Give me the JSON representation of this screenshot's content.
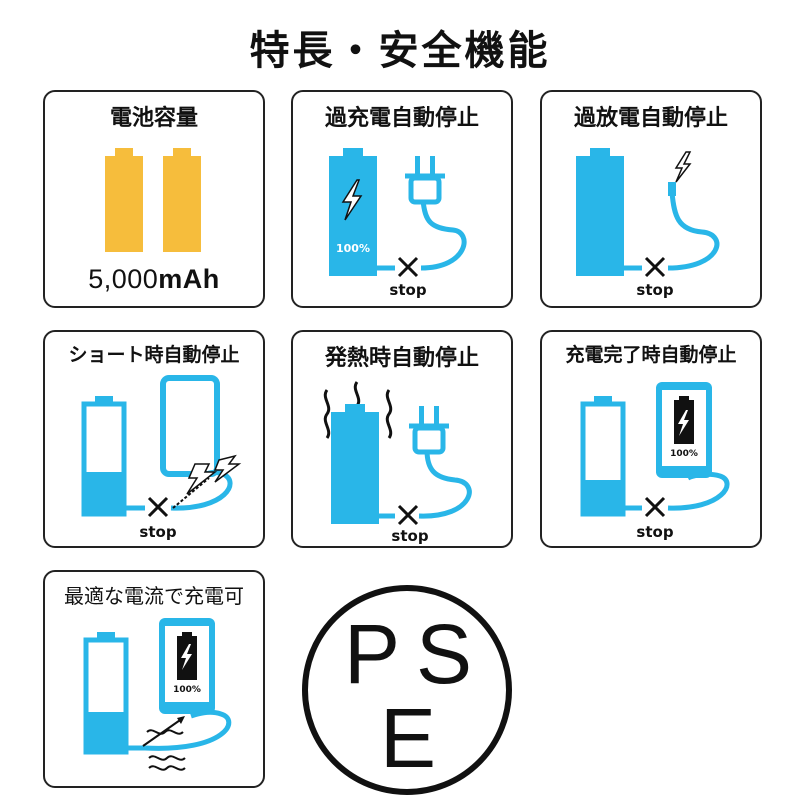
{
  "page": {
    "title": "特長・安全機能"
  },
  "colors": {
    "blue": "#29b6e8",
    "yellow": "#f6bd3c",
    "dark": "#111111"
  },
  "cards": [
    {
      "id": "capacity",
      "title": "電池容量",
      "icon": "twin-battery-icon",
      "capacity_number": "5,000",
      "capacity_unit": "mAh"
    },
    {
      "id": "overcharge",
      "title": "過充電自動停止",
      "icon": "battery-plug-icon",
      "percent": "100%",
      "stop": "stop"
    },
    {
      "id": "overdischarge",
      "title": "過放電自動停止",
      "icon": "battery-cable-icon",
      "stop": "stop"
    },
    {
      "id": "short",
      "title": "ショート時自動停止",
      "icon": "battery-phone-spark-icon",
      "stop": "stop"
    },
    {
      "id": "heat",
      "title": "発熱時自動停止",
      "icon": "hot-battery-plug-icon",
      "stop": "stop"
    },
    {
      "id": "full",
      "title": "充電完了時自動停止",
      "icon": "battery-phone-full-icon",
      "percent": "100%",
      "stop": "stop"
    },
    {
      "id": "optimal",
      "title": "最適な電流で充電可",
      "icon": "battery-phone-current-icon",
      "percent": "100%"
    }
  ],
  "mark": {
    "letters": [
      "P",
      "S",
      "E"
    ],
    "icon": "pse-mark-icon"
  }
}
